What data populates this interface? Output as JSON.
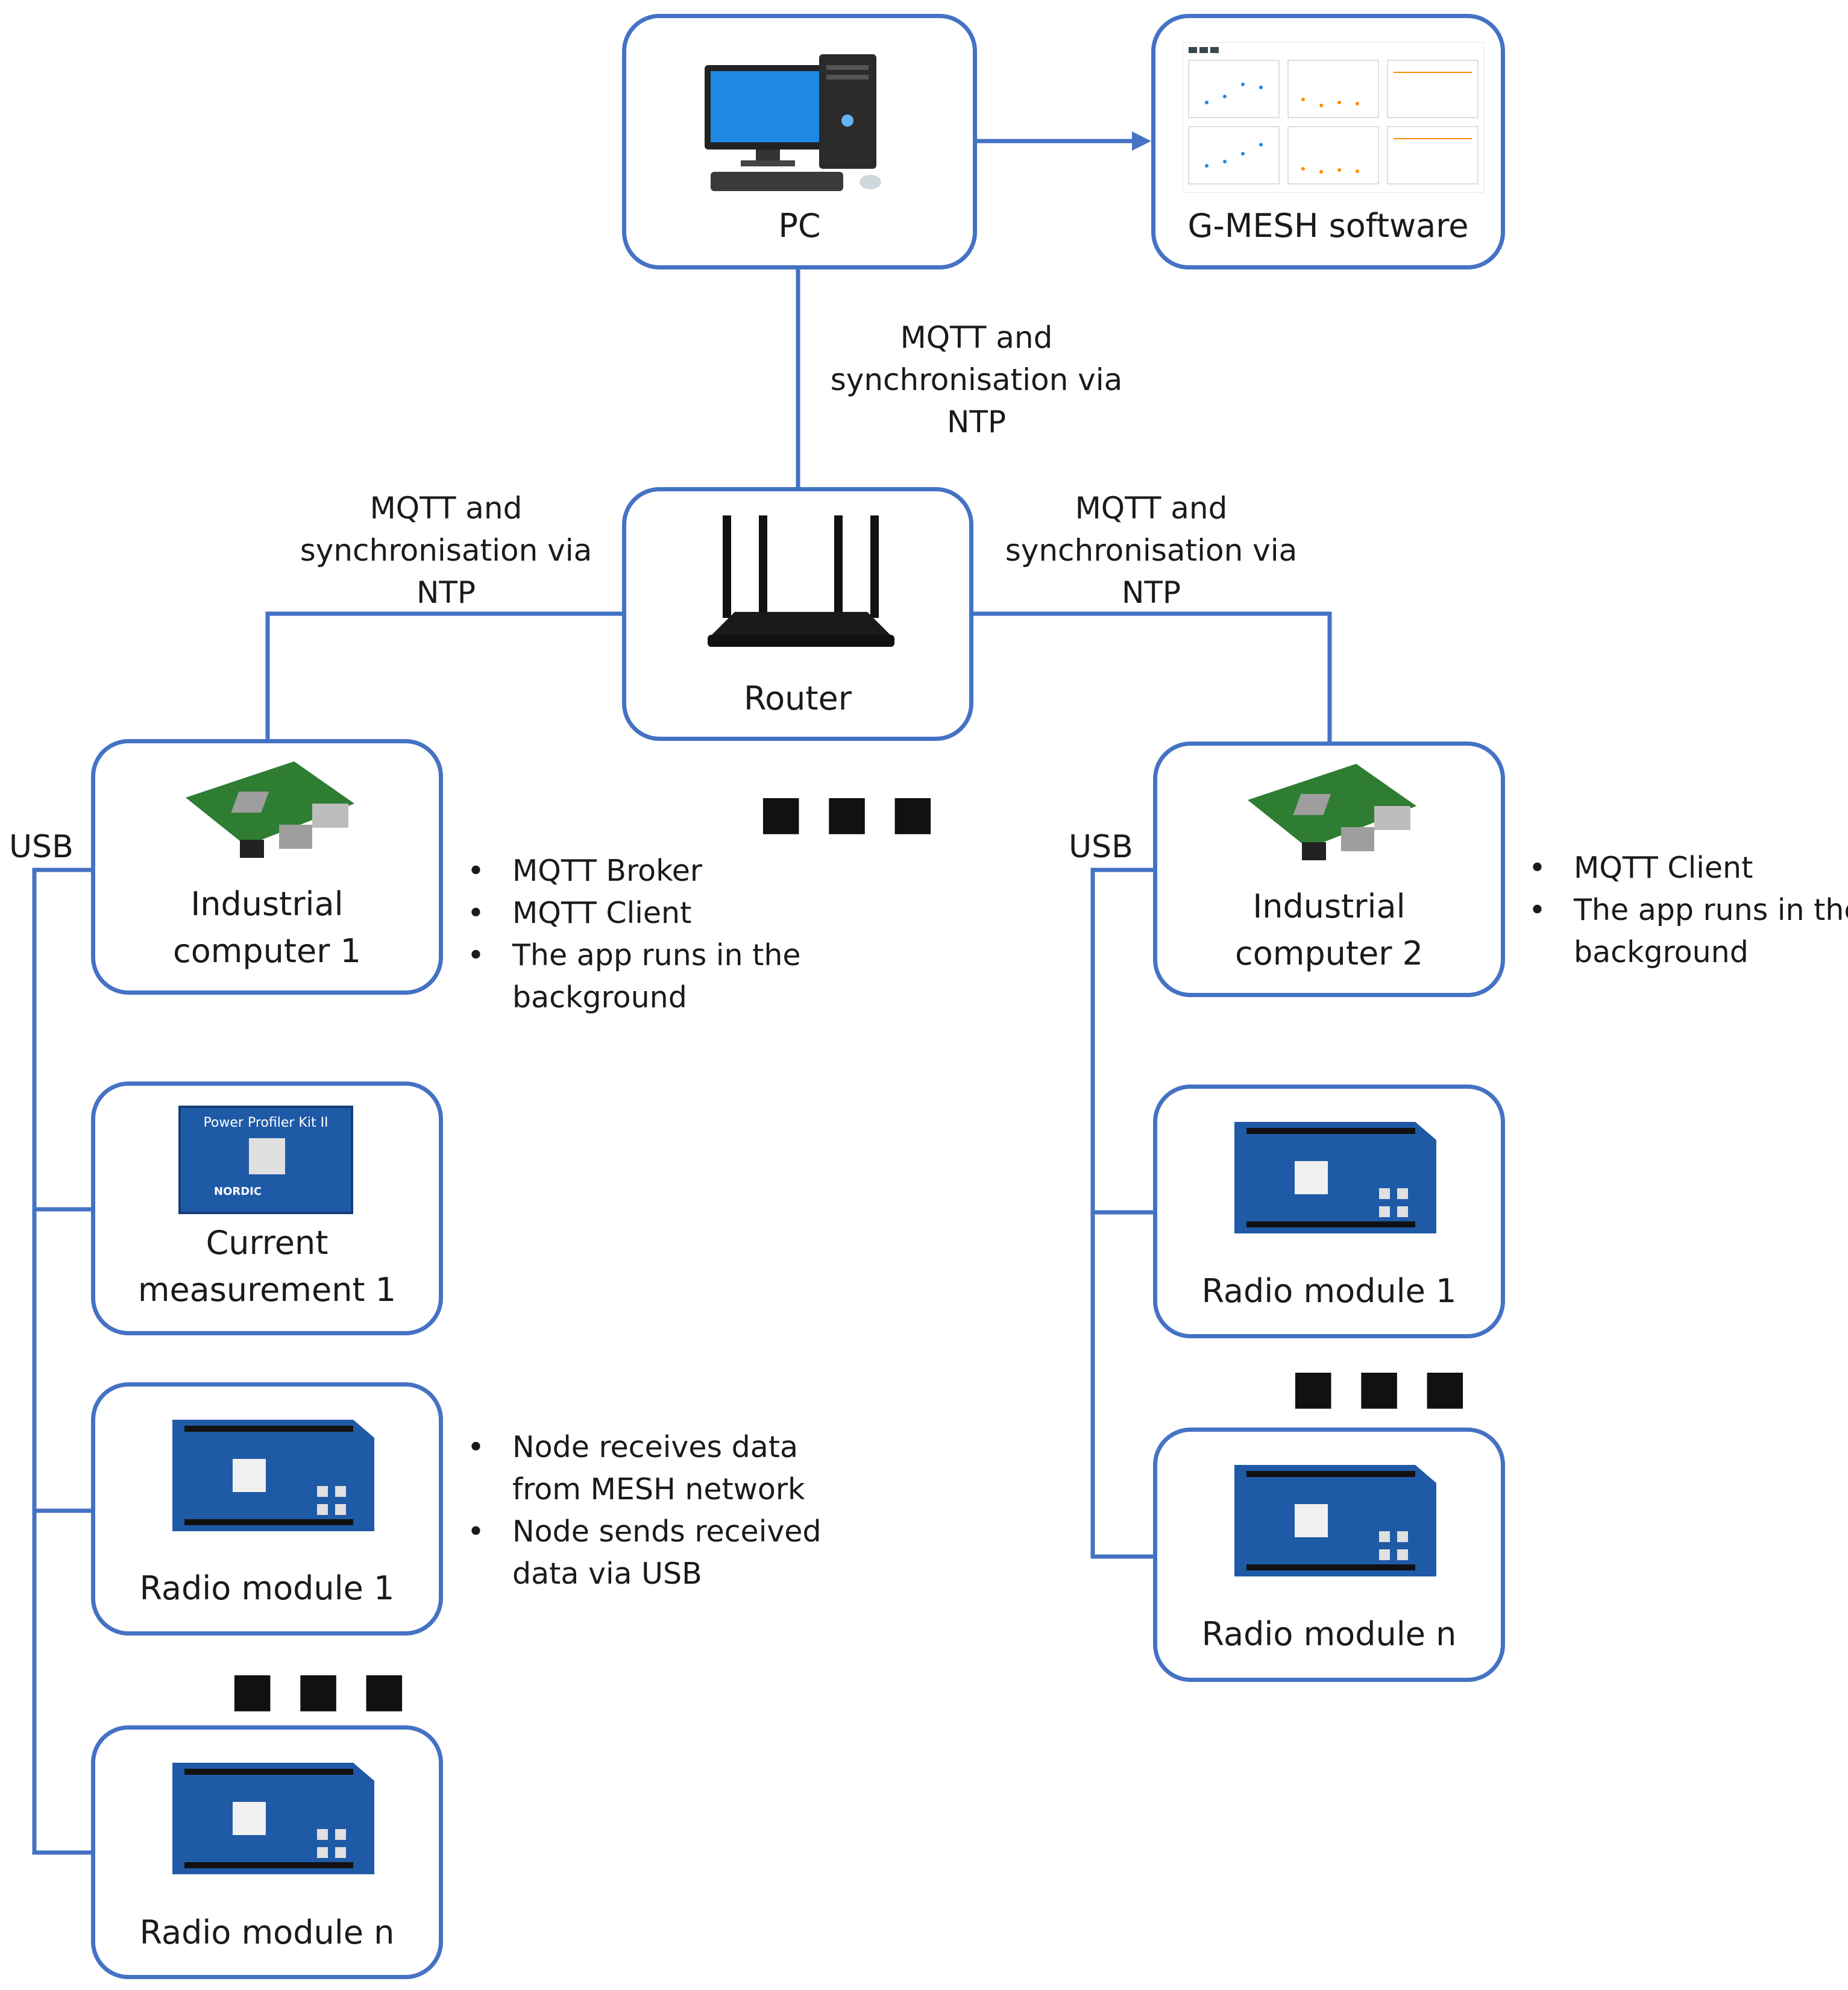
{
  "nodes": {
    "pc": {
      "label": "PC",
      "icon": "desktop-computer-icon"
    },
    "gmesh": {
      "label": "G-MESH software",
      "icon": "software-screenshot-icon"
    },
    "router": {
      "label": "Router",
      "icon": "wifi-router-icon"
    },
    "ic1": {
      "label_line1": "Industrial",
      "label_line2": "computer 1",
      "icon": "raspberry-pi-board-icon"
    },
    "ic2": {
      "label_line1": "Industrial",
      "label_line2": "computer 2",
      "icon": "raspberry-pi-board-icon"
    },
    "cm1": {
      "label_line1": "Current",
      "label_line2": "measurement 1",
      "icon": "power-profiler-kit-icon",
      "board_text": "Power Profiler Kit II",
      "brand_text": "NORDIC"
    },
    "rm1_left": {
      "label": "Radio module 1",
      "icon": "radio-board-icon"
    },
    "rmn_left": {
      "label": "Radio module n",
      "icon": "radio-board-icon"
    },
    "rm1_right": {
      "label": "Radio module 1",
      "icon": "radio-board-icon"
    },
    "rmn_right": {
      "label": "Radio module n",
      "icon": "radio-board-icon"
    }
  },
  "links": {
    "pc_router": [
      "MQTT and",
      "synchronisation via",
      "NTP"
    ],
    "router_ic1": [
      "MQTT and",
      "synchronisation via",
      "NTP"
    ],
    "router_ic2": [
      "MQTT and",
      "synchronisation via",
      "NTP"
    ],
    "usb_left": "USB",
    "usb_right": "USB"
  },
  "notes": {
    "ic1": [
      "MQTT Broker",
      "MQTT Client",
      "The app runs in the",
      "background"
    ],
    "ic2": [
      "MQTT Client",
      "The app runs in the",
      "background"
    ],
    "rm1": [
      "Node receives data",
      "from MESH network",
      "Node sends received",
      "data via USB"
    ]
  },
  "ellipsis": "▪▪▪",
  "colors": {
    "accent": "#4472c4",
    "board": "#1f5aa6",
    "pcb_green": "#2e7d32"
  }
}
